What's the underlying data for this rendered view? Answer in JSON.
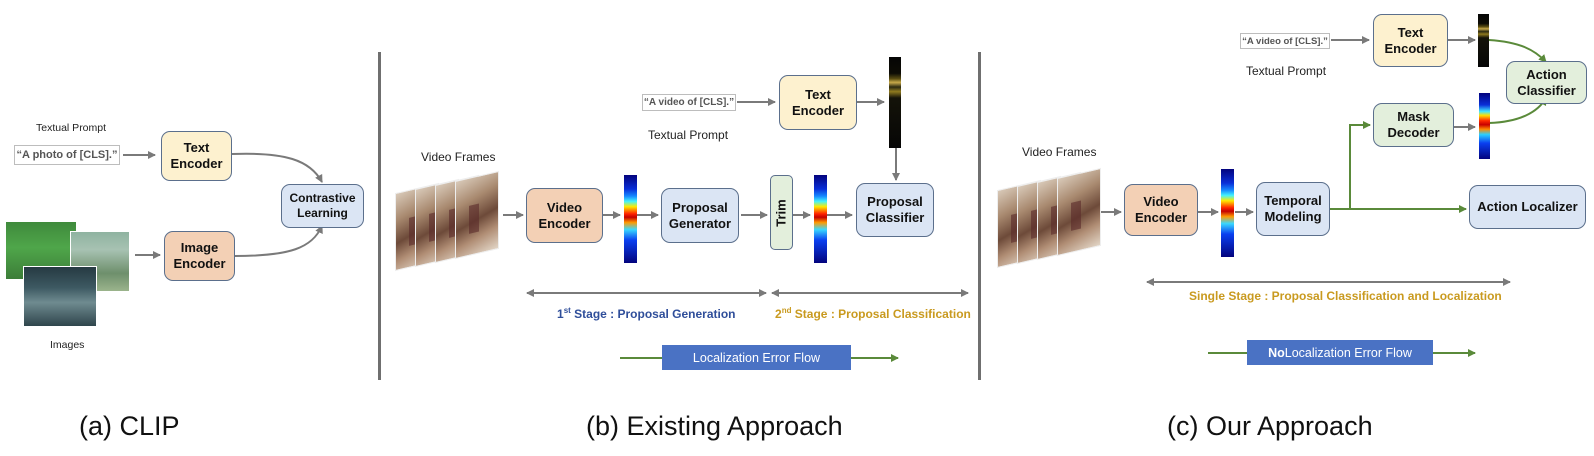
{
  "panel_a": {
    "textual_prompt_label": "Textual Prompt",
    "prompt_text": "“A photo of [CLS].”",
    "text_encoder": "Text\nEncoder",
    "image_encoder": "Image\nEncoder",
    "contrastive_learning": "Contrastive\nLearning",
    "images_label": "Images",
    "caption": "(a) CLIP"
  },
  "panel_b": {
    "video_frames_label": "Video Frames",
    "prompt_text": "“A video of [CLS].”",
    "textual_prompt_label": "Textual Prompt",
    "text_encoder": "Text\nEncoder",
    "video_encoder": "Video\nEncoder",
    "proposal_generator": "Proposal\nGenerator",
    "trim": "Trim",
    "proposal_classifier": "Proposal\nClassifier",
    "stage1_sup": "st",
    "stage1_pre": "1",
    "stage1_text": " Stage : Proposal Generation",
    "stage2_pre": "2",
    "stage2_sup": "nd",
    "stage2_text": " Stage : Proposal Classification",
    "flow_label": "Localization Error Flow",
    "caption": "(b) Existing Approach"
  },
  "panel_c": {
    "video_frames_label": "Video Frames",
    "prompt_text": "“A video of [CLS].”",
    "textual_prompt_label": "Textual Prompt",
    "text_encoder": "Text\nEncoder",
    "video_encoder": "Video\nEncoder",
    "temporal_modeling": "Temporal\nModeling",
    "mask_decoder": "Mask\nDecoder",
    "action_classifier": "Action\nClassifier",
    "action_localizer": "Action Localizer",
    "stage_text": "Single Stage : Proposal Classification and Localization",
    "flow_bold": "No",
    "flow_rest": " Localization Error Flow",
    "caption": "(c) Our Approach"
  },
  "colors": {
    "yellow_box": "#fdf1cf",
    "orange_box": "#f3d0b5",
    "blue_box": "#dbe5f4",
    "green_box": "#e3efdc",
    "box_border": "#5b6f8c",
    "arrow_gray": "#7a7a7a",
    "arrow_green": "#5a8a3a",
    "flow_blue": "#4a72c4",
    "stage_blue_text": "#2f4e9a",
    "stage_gold_text": "#c99a1f"
  }
}
